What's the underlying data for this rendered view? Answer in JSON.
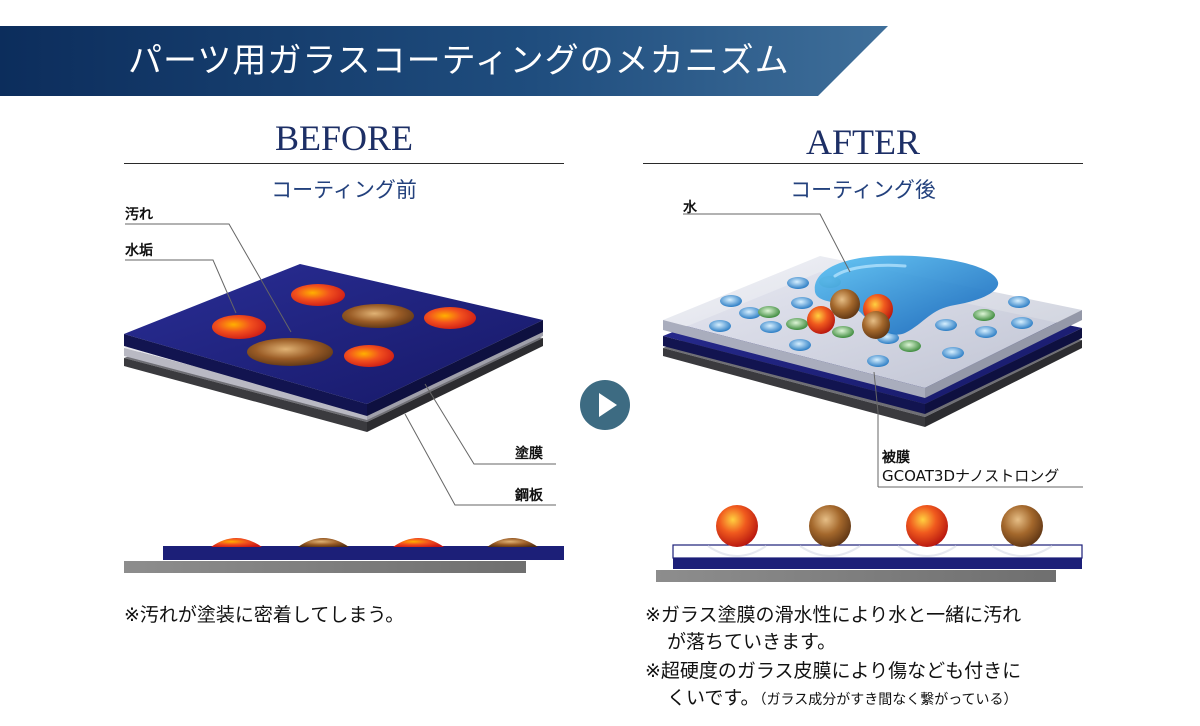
{
  "banner": {
    "title": "パーツ用ガラスコーティングのメカニズム"
  },
  "before": {
    "heading": "BEFORE",
    "subheading": "コーティング前",
    "labels": {
      "dirt": "汚れ",
      "scale": "水垢",
      "paint": "塗膜",
      "steel": "鋼板"
    },
    "note": "※汚れが塗装に密着してしまう。"
  },
  "after": {
    "heading": "AFTER",
    "subheading": "コーティング後",
    "labels": {
      "water": "水",
      "film": "被膜",
      "product": "GCOAT3Dナノストロング"
    },
    "notes": [
      "※ガラス塗膜の滑水性により水と一緒に汚れ",
      "が落ちていきます。",
      "※超硬度のガラス皮膜により傷なども付きに",
      "くいです。"
    ],
    "note_small": "（ガラス成分がすき間なく繋がっている）"
  },
  "colors": {
    "banner_dark": "#0c2d5c",
    "banner_light": "#3f6f9a",
    "navy": "#1c1f78",
    "play_button": "#3d6b82"
  },
  "icons": {
    "arrow": "play-icon"
  }
}
